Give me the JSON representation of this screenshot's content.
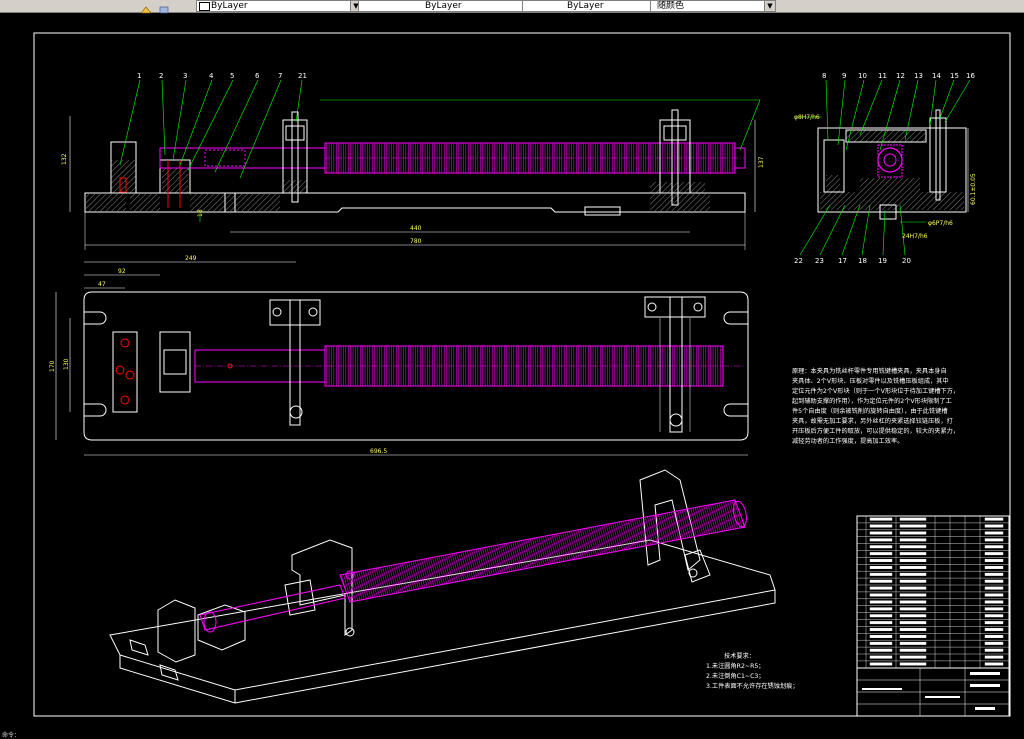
{
  "toolbar": {
    "layer_combo": "ByLayer",
    "linetype_combo": "ByLayer",
    "lineweight_combo": "ByLayer",
    "plotstyle_combo": "随颜色"
  },
  "part_labels_top": [
    "1",
    "2",
    "3",
    "4",
    "5",
    "6",
    "7",
    "21"
  ],
  "part_labels_side_top": [
    "8",
    "9",
    "10",
    "11",
    "12",
    "13",
    "14",
    "15",
    "16"
  ],
  "part_labels_side_bottom": [
    "22",
    "23",
    "17",
    "18",
    "19",
    "20"
  ],
  "dimensions": {
    "front_height_left": "132",
    "front_height_right": "137",
    "front_len_440": "440",
    "front_len_780": "780",
    "front_small": "18",
    "plan_249": "249",
    "plan_92": "92",
    "plan_47": "47",
    "plan_width_outer": "170",
    "plan_width_inner": "130",
    "plan_length": "696.5",
    "side_fit_1": "φ8H7/h6",
    "side_fit_2": "φ6P7/h6",
    "side_fit_3": "24H7/h6",
    "side_vertical": "60.1±0.05"
  },
  "description_lines": [
    "原理：本夹具为铣丝杆零件专用铣键槽夹具，夹具本身自",
    "夹具体、2个V形块、压板对零件以及铣槽压板组成，其中",
    "定位元件为2个V形块（则于一个V形块位于待加工键槽下方，",
    "起到辅助支撑的作用），作为定位元件的2个V形块限制了工",
    "件5个自由度（则余被铣削的旋转自由度），由于此铣键槽",
    "夹具，故需无加工要求，另外丝杠的夹紧选择铰链压板，打",
    "开压板后方便工件的取放，可以提供稳定的，较大的夹紧力，",
    "减轻劳动者的工作强度，提高加工效率。"
  ],
  "tech_requirements": {
    "title": "技术要求：",
    "items": [
      "1.未注圆角R2~R5；",
      "2.未注倒角C1~C3；",
      "3.工件表面不允许存在锈蚀划痕；"
    ]
  },
  "command_line": "命令：",
  "colors": {
    "background": "#000000",
    "outline": "#ffffff",
    "screw": "#ff00ff",
    "leader": "#00ff00",
    "dimension": "#ffff55",
    "toolbar": "#d4d0c8"
  }
}
